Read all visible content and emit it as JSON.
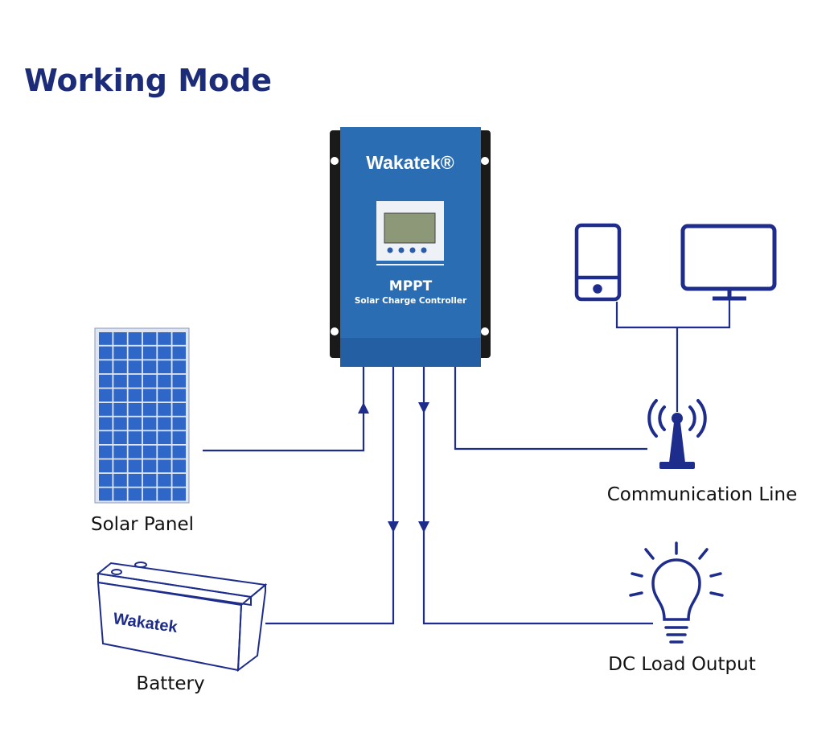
{
  "title": "Working Mode",
  "controller": {
    "brand": "Wakatek®",
    "model": "MPPT",
    "subtitle": "Solar Charge Controller",
    "color": "#2b6db2"
  },
  "battery": {
    "brand": "Wakatek"
  },
  "labels": {
    "solar_panel": "Solar Panel",
    "battery": "Battery",
    "communication": "Communication Line",
    "dc_load": "DC Load Output"
  },
  "colors": {
    "title": "#1c2c78",
    "lines": "#1e2d8c",
    "panel_cell": "#2f67c9"
  },
  "icons": [
    "solar-panel-icon",
    "battery-icon",
    "smartphone-icon",
    "monitor-icon",
    "antenna-icon",
    "light-bulb-icon"
  ]
}
